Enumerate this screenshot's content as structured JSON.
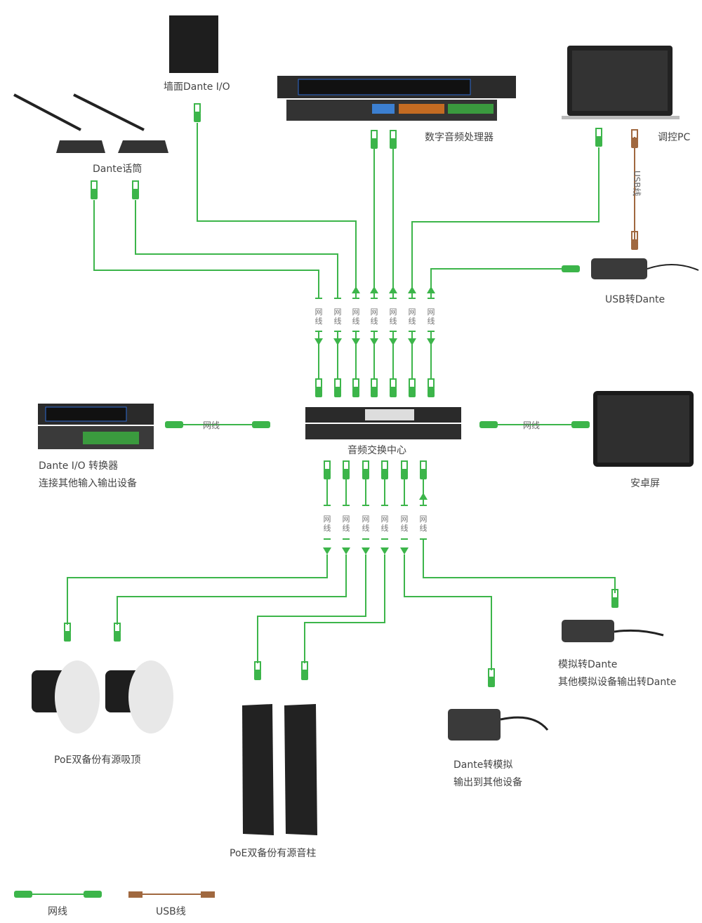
{
  "devices": {
    "mic": "Dante话筒",
    "wall_io": "墙面Dante I/O",
    "dsp": "数字音频处理器",
    "pc": "调控PC",
    "usb_dante": "USB转Dante",
    "dante_io_line1": "Dante I/O 转换器",
    "dante_io_line2": "连接其他输入输出设备",
    "switch": "音频交换中心",
    "tablet": "安卓屏",
    "analog_to_dante_line1": "模拟转Dante",
    "analog_to_dante_line2": "其他模拟设备输出转Dante",
    "ceiling": "PoE双备份有源吸顶",
    "column": "PoE双备份有源音柱",
    "dante_to_analog_line1": "Dante转模拟",
    "dante_to_analog_line2": "输出到其他设备"
  },
  "cable_label_char1": "网",
  "cable_label_char2": "线",
  "cable_label": "网线",
  "usb_cable_label": "USB线",
  "legend": {
    "network": "网线",
    "usb": "USB线"
  },
  "colors": {
    "network": "#3cb54a",
    "usb": "#a0683f"
  }
}
